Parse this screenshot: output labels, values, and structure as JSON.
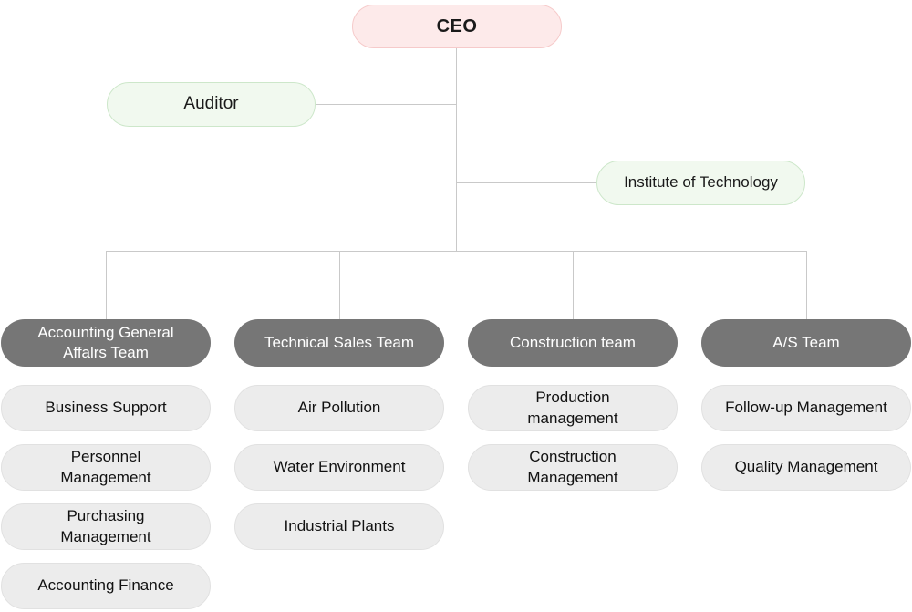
{
  "chart_type": "org-chart",
  "root": {
    "label": "CEO"
  },
  "staff_nodes": [
    {
      "label": "Auditor",
      "side": "left"
    },
    {
      "label": "Institute of Technology",
      "side": "right"
    }
  ],
  "columns": [
    {
      "head": "Accounting General\nAffalrs Team",
      "items": [
        "Business Support",
        "Personnel\nManagement",
        "Purchasing\nManagement",
        "Accounting Finance"
      ]
    },
    {
      "head": "Technical Sales Team",
      "items": [
        "Air Pollution",
        "Water Environment",
        "Industrial Plants"
      ]
    },
    {
      "head": "Construction team",
      "items": [
        "Production\nmanagement",
        "Construction\nManagement"
      ]
    },
    {
      "head": "A/S Team",
      "items": [
        "Follow-up Management",
        "Quality Management"
      ]
    }
  ],
  "colors": {
    "ceo-bg": "#fdeaea",
    "ceo-border": "#f6caca",
    "staff-bg": "#f1f9ef",
    "staff-border": "#cde7ca",
    "head-bg": "#767676",
    "item-bg": "#ececec",
    "item-border": "#e1e1e1",
    "line": "#c9c9c9"
  }
}
